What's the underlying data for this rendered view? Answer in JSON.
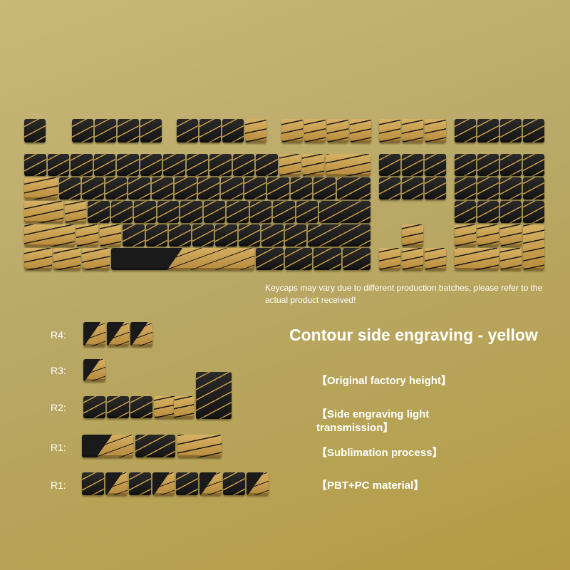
{
  "notice": "Keycaps may vary due to different production batches, please refer to the actual product received!",
  "headline": "Contour side engraving - yellow",
  "features": [
    "【Original factory height】",
    "【Side engraving light transmission】",
    "【Sublimation process】",
    "【PBT+PC material】"
  ],
  "row_labels": [
    "R4:",
    "R3:",
    "R2:",
    "R1:",
    "R1:"
  ],
  "colors": {
    "background": "#bca95e",
    "keycap_dark": "#1a1a1a",
    "keycap_gold": "#c89a48",
    "text": "#ffffff"
  }
}
